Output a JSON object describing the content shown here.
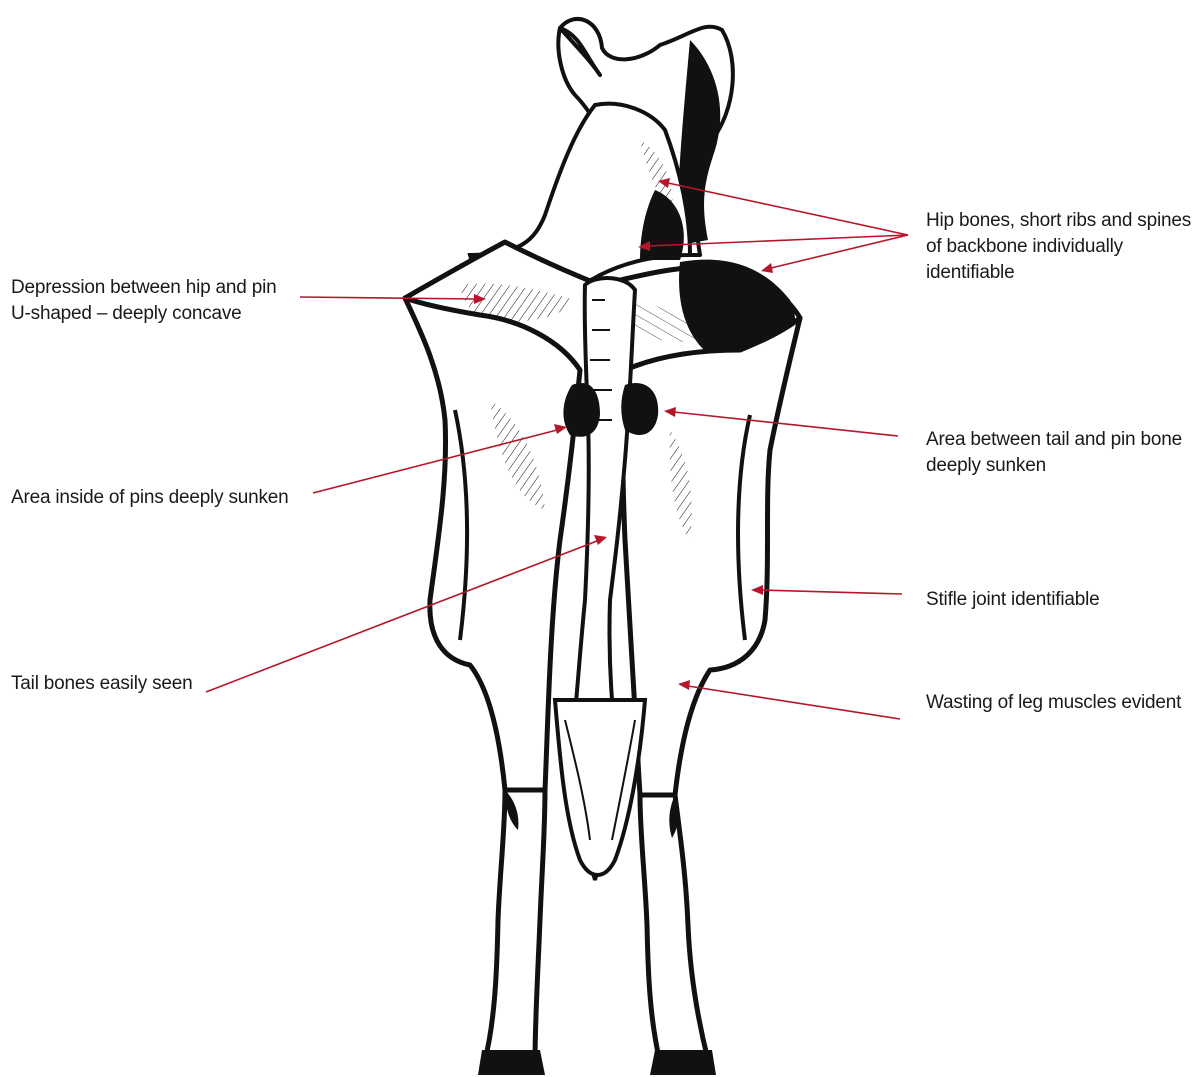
{
  "labels": {
    "depression": {
      "line1": "Depression between hip and pin",
      "line2": "U-shaped – deeply concave"
    },
    "inside_pins": {
      "line1": "Area inside of pins deeply sunken"
    },
    "tail_bones": {
      "line1": "Tail bones easily seen"
    },
    "hip_bones": {
      "line1": "Hip bones, short ribs and spines",
      "line2": "of backbone individually",
      "line3": "identifiable"
    },
    "tail_pin": {
      "line1": "Area between tail and pin bone",
      "line2": "deeply sunken"
    },
    "stifle": {
      "line1": "Stifle joint identifiable"
    },
    "wasting": {
      "line1": "Wasting of leg muscles evident"
    }
  },
  "colors": {
    "arrow": "#b5162b",
    "ink": "#111111",
    "text": "#1a1a1a",
    "background": "#ffffff"
  }
}
